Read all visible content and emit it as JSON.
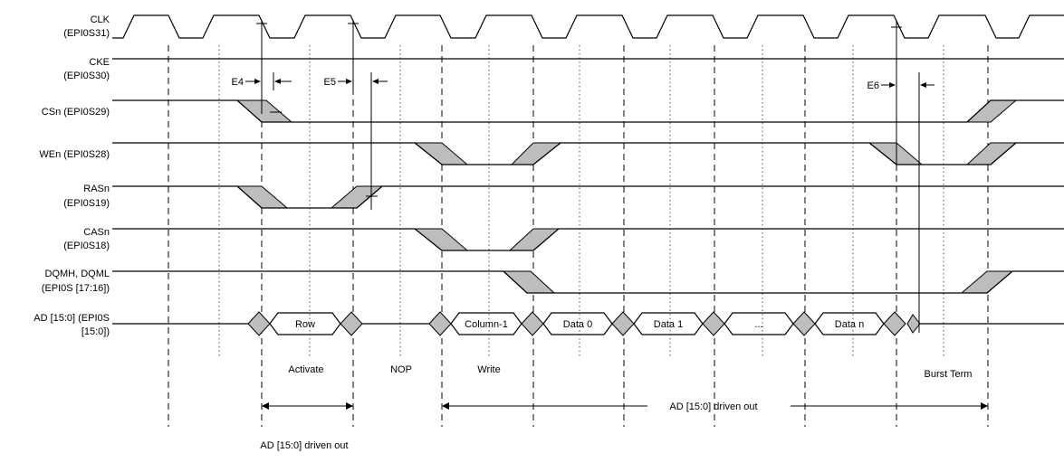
{
  "signals": {
    "clk": [
      "CLK",
      "(EPI0S31)"
    ],
    "cke": [
      "CKE",
      "(EPI0S30)"
    ],
    "csn": [
      "CSn (EPI0S29)"
    ],
    "wen": [
      "WEn (EPI0S28)"
    ],
    "rasn": [
      "RASn",
      "(EPI0S19)"
    ],
    "casn": [
      "CASn",
      "(EPI0S18)"
    ],
    "dqm": [
      "DQMH, DQML",
      "(EPI0S [17:16])"
    ],
    "ad": [
      "AD [15:0] (EPI0S",
      "[15:0])"
    ]
  },
  "bus_values": [
    "Row",
    "Column-1",
    "Data 0",
    "Data 1",
    "...",
    "Data n"
  ],
  "timing_labels": {
    "e4": "E4",
    "e5": "E5",
    "e6": "E6"
  },
  "phases": {
    "activate": "Activate",
    "nop": "NOP",
    "write": "Write",
    "burst_term": "Burst Term"
  },
  "spans": {
    "driven_out_long": "AD [15:0] driven out",
    "driven_out_short": "AD [15:0] driven out"
  }
}
